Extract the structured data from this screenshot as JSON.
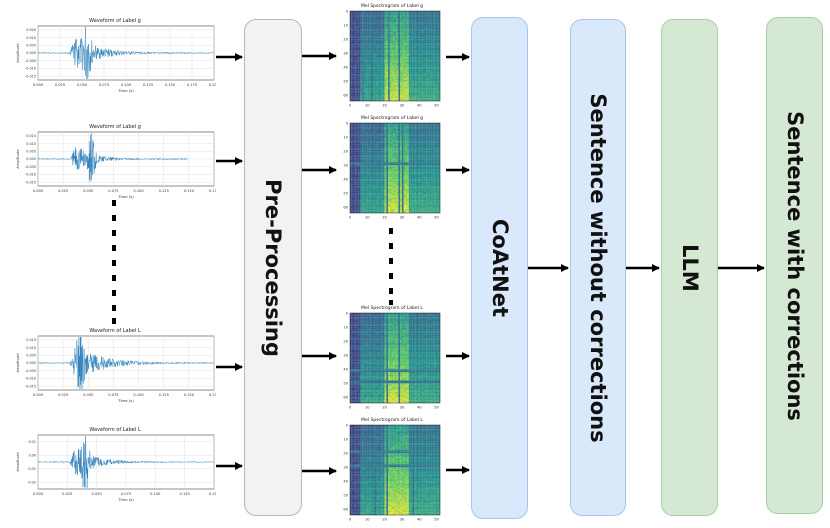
{
  "waveforms": [
    {
      "title": "Waveform of Label g",
      "xlabel": "Time (s)",
      "ylabel": "Amplitude",
      "xticks": [
        "0.000",
        "0.025",
        "0.050",
        "0.075",
        "0.100",
        "0.125",
        "0.150",
        "0.175",
        "0.200"
      ],
      "yticks": [
        "0.020",
        "0.010",
        "0.005",
        "0.000",
        "-0.005",
        "-0.010",
        "-0.015"
      ]
    },
    {
      "title": "Waveform of Label g",
      "xlabel": "Time (s)",
      "ylabel": "Amplitude",
      "xticks": [
        "0.000",
        "0.025",
        "0.050",
        "0.075",
        "0.100",
        "0.125",
        "0.150",
        "0.175"
      ],
      "yticks": [
        "0.015",
        "0.010",
        "0.005",
        "0.000",
        "-0.005",
        "-0.010",
        "-0.015"
      ]
    },
    {
      "title": "Waveform of Label L",
      "xlabel": "Time (s)",
      "ylabel": "Amplitude",
      "xticks": [
        "0.000",
        "0.025",
        "0.050",
        "0.075",
        "0.100",
        "0.125",
        "0.150",
        "0.175"
      ],
      "yticks": [
        "0.015",
        "0.010",
        "0.005",
        "0.000",
        "-0.005",
        "-0.010",
        "-0.015"
      ]
    },
    {
      "title": "Waveform of Label L",
      "xlabel": "Time (s)",
      "ylabel": "Amplitude",
      "xticks": [
        "0.000",
        "0.025",
        "0.050",
        "0.075",
        "0.100",
        "0.125",
        "0.150"
      ],
      "yticks": [
        "0.01",
        "0.00",
        "-0.01",
        "-0.02"
      ]
    }
  ],
  "spectrograms": [
    {
      "title": "Mel Spectrogram of Label g",
      "xticks": [
        "0",
        "10",
        "20",
        "30",
        "40",
        "50"
      ],
      "yticks": [
        "0",
        "10",
        "20",
        "30",
        "40",
        "50",
        "60"
      ]
    },
    {
      "title": "Mel Spectrogram of Label g",
      "xticks": [
        "0",
        "10",
        "20",
        "30",
        "40",
        "50"
      ],
      "yticks": [
        "0",
        "10",
        "20",
        "30",
        "40",
        "50",
        "60"
      ]
    },
    {
      "title": "Mel Spectrogram of Label L",
      "xticks": [
        "0",
        "10",
        "20",
        "30",
        "40",
        "50"
      ],
      "yticks": [
        "0",
        "10",
        "20",
        "30",
        "40",
        "50",
        "60"
      ]
    },
    {
      "title": "Mel Spectrogram of Label L",
      "xticks": [
        "0",
        "10",
        "20",
        "30",
        "40",
        "50"
      ],
      "yticks": [
        "0",
        "10",
        "20",
        "30",
        "40",
        "50",
        "60"
      ]
    }
  ],
  "stages": {
    "preprocessing": "Pre-Processing",
    "coatnet": "CoAtNet",
    "sentence_without": "Sentence without corrections",
    "llm": "LLM",
    "sentence_with": "Sentence with corrections"
  },
  "colors": {
    "preprocessing_fill": "#f2f2f2",
    "preprocessing_border": "#b8b8b8",
    "blue_fill": "#dae8fc",
    "blue_border": "#a9c4eb",
    "green_fill": "#d5e8d4",
    "green_border": "#a8cfa6",
    "wave_color": "#1f77b4"
  }
}
